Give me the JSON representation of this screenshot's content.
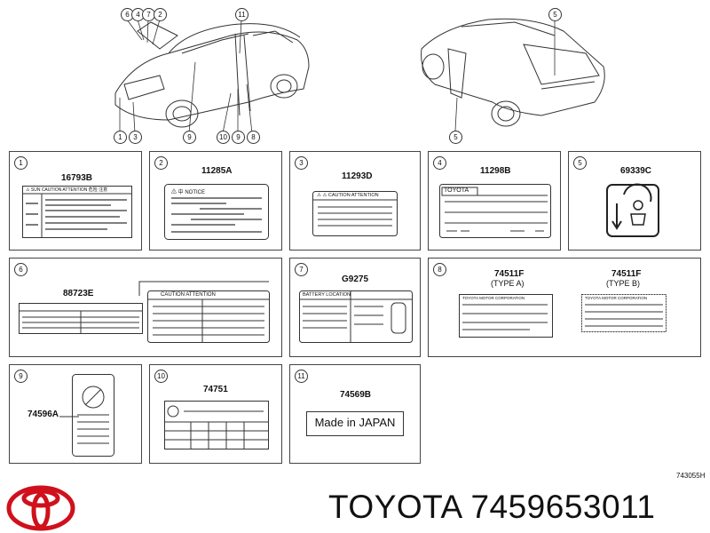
{
  "callouts_front": [
    "6",
    "4",
    "7",
    "2",
    "11",
    "1",
    "3",
    "9",
    "10",
    "9",
    "8"
  ],
  "callouts_rear": [
    "5",
    "5"
  ],
  "panels": [
    {
      "num": "1",
      "part": "16793B",
      "text": "⚠ SUN CAUTION ATTENTION 危险 注意"
    },
    {
      "num": "2",
      "part": "11285A",
      "text": "⚠ 中 NOTICE"
    },
    {
      "num": "3",
      "part": "11293D",
      "text": "⚠ ⚠ CAUTION ATTENTION"
    },
    {
      "num": "4",
      "part": "11298B",
      "text": "TOYOTA"
    },
    {
      "num": "5",
      "part": "69339C",
      "text": ""
    },
    {
      "num": "6",
      "part": "88723E",
      "text": "CAUTION ATTENTION"
    },
    {
      "num": "7",
      "part": "G9275",
      "text": "BATTERY LOCATION"
    },
    {
      "num": "8",
      "part": "74511F",
      "text": "TOYOTA MOTOR CORPORATION"
    },
    {
      "num": "9",
      "part": "74596A",
      "text": ""
    },
    {
      "num": "10",
      "part": "74751",
      "text": ""
    },
    {
      "num": "11",
      "part": "74569B",
      "text": "Made in JAPAN"
    }
  ],
  "type_a": "(TYPE A)",
  "type_b": "(TYPE B)",
  "part_b_8": "74511F",
  "diagram_code": "743055H",
  "brand_line": "TOYOTA 7459653011",
  "colors": {
    "logo": "#d0101b",
    "line": "#333333"
  }
}
